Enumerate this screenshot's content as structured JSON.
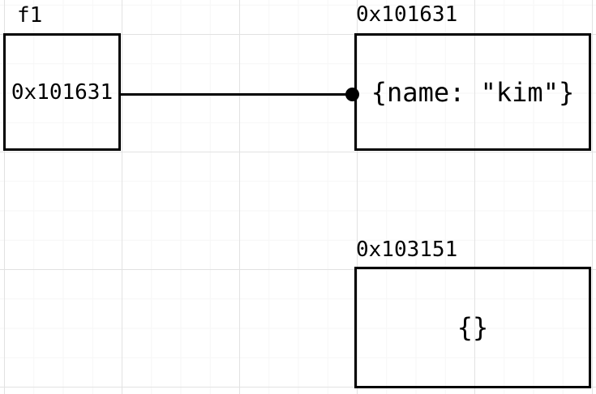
{
  "diagram": {
    "variable": {
      "label": "f1",
      "value": "0x101631"
    },
    "object_kim": {
      "label": "0x101631",
      "value": "{name: \"kim\"}"
    },
    "object_empty": {
      "label": "0x103151",
      "value": "{}"
    },
    "edge": {
      "from": "f1",
      "to": "0x101631",
      "end_marker": "filled-dot"
    },
    "colors": {
      "canvas_bg": "#ffffff",
      "shape_stroke": "#000000",
      "text": "#000000",
      "grid_minor": "#f6f6f6",
      "grid_major": "#e2e2e2"
    }
  }
}
